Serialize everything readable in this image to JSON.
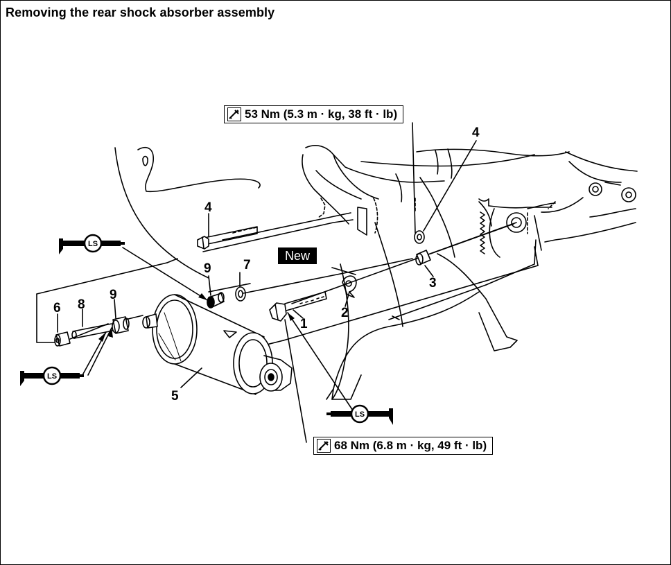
{
  "title": "Removing the rear shock absorber assembly",
  "torque_specs": {
    "top": "53 Nm (5.3 m · kg, 38 ft · lb)",
    "bottom": "68 Nm (6.8 m · kg, 49 ft · lb)"
  },
  "new_label": "New",
  "lubricant_symbol": "LS",
  "parts": {
    "p1": "1",
    "p2": "2",
    "p3": "3",
    "p4a": "4",
    "p4b": "4",
    "p5": "5",
    "p6": "6",
    "p7": "7",
    "p8": "8",
    "p9a": "9",
    "p9b": "9"
  },
  "icons": [
    "torque-wrench-icon",
    "grease-gun-icon"
  ]
}
